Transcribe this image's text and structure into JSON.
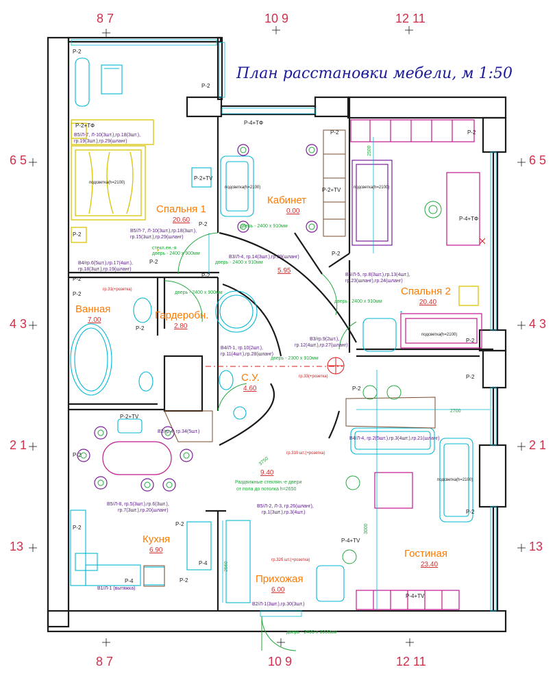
{
  "title": "План расстановки мебели, м 1:50",
  "axes": {
    "top": [
      "8 7",
      "10 9",
      "12 11"
    ],
    "bottom": [
      "8 7",
      "10 9",
      "12 11"
    ],
    "left": [
      "6 5",
      "4 3",
      "2 1",
      "13"
    ],
    "right": [
      "6 5",
      "4 3",
      "2 1",
      "13"
    ]
  },
  "rooms": [
    {
      "name": "Спальня 1",
      "area": "20.60"
    },
    {
      "name": "Кабинет",
      "area": "0.00"
    },
    {
      "name": "Спальня 2",
      "area": "20.40"
    },
    {
      "name": "Ванная",
      "area": "7.00"
    },
    {
      "name": "Гардеробн.",
      "area": "2.80"
    },
    {
      "name": "С.У.",
      "area": "4.60"
    },
    {
      "name": "Кухня",
      "area": "6.90"
    },
    {
      "name": "Прихожая",
      "area": "6.00"
    },
    {
      "name": "Гостиная",
      "area": "23.40"
    },
    {
      "name": "",
      "area": "9.40"
    },
    {
      "name": "",
      "area": "5.95"
    }
  ],
  "power_labels": {
    "p2": "P-2",
    "p4": "P-4",
    "p2tf": "P-2+TФ",
    "p4tf": "P-4+TФ",
    "p2tv": "P-2+TV",
    "p4tv": "P-4+TV"
  },
  "elec_notes": {
    "b5_bed1": [
      "В5/Л-7, Л-10(3шт.),гр.18(3шт.),",
      "гр.19(3шт.),гр.29(шланг)"
    ],
    "b5_bed1b": [
      "В5/Л-7, Л-10(3шт.),гр.18(3шт.),",
      "гр.15(3шт.),гр.29(шланг)"
    ],
    "b4_bath": [
      "В4/гр.6(5шт.),гр.17(4шт.),",
      "гр.18(3шт.),гр.19(шланг)"
    ],
    "b3_cab": [
      "В3/Л-4, гр.14(3шт.),гр.29(шланг)"
    ],
    "b6_bed2": [
      "В6/Л-5, гр.8(3шт.),гр.13(4шт.),",
      "гр.23(шланг),гр.24(шланг)"
    ],
    "b4_wc": [
      "В4/Л-1, гр.10(2шт.),",
      "гр.11(4шт.),гр.28(шланг)"
    ],
    "b3_hall": [
      "В3/гр.9(2шт.),",
      "гр.12(4шт.),гр.27(шланг)"
    ],
    "b2_kit": [
      "В2/гр.4, гр.34(5шт.)"
    ],
    "b5_kit": [
      "В5/Л-8, гр.5(3шт.),гр.6(3шт.),",
      "гр.7(3шт.),гр.20(шланг)"
    ],
    "b4_liv": [
      "В4/Л-4, гр.2(5шт.),гр.3(4шт.),гр.21(шланг)"
    ],
    "b5_entr": [
      "В5/Л-2, Л-3, гр.26(шланг),",
      "гр.1(3шт.),гр.3(4шт.)"
    ],
    "b1_kit": [
      "В1/Л-1 (вытяжка)"
    ],
    "b2_entr": [
      "В2/Л-1(3шт.),гр.30(3шт.)"
    ]
  },
  "door_notes": {
    "bed1": "дверь - 2400 х 910мм",
    "glass1": "стекл.ен.-я",
    "glass_door": "дверь - 2400 х 900мм",
    "ward": "дверь - 2400 х 910мм",
    "ward2": "дверь - 2400 х 900мм",
    "bed2": "дверь - 2400 х 910мм",
    "wc": "дверь - 2300 х 910мм",
    "entry": "дверь - 2400 х 1000мм",
    "sliding": [
      "Раздвижные стеклян.-е двери",
      "от пола до потолка h=2650"
    ]
  },
  "backlight": "подсветка(h=2100)",
  "socket_notes": {
    "n1": "гр.31(+розетка)",
    "n2": "гр.33(+розетка)",
    "n3": "гр.310 шт.(+розетка)",
    "n4": "гр.32б шт.(+розетка)"
  },
  "dims": {
    "d1": "2700",
    "d2": "3000",
    "d3": "2500",
    "d4": "2560",
    "d5": "3750"
  }
}
